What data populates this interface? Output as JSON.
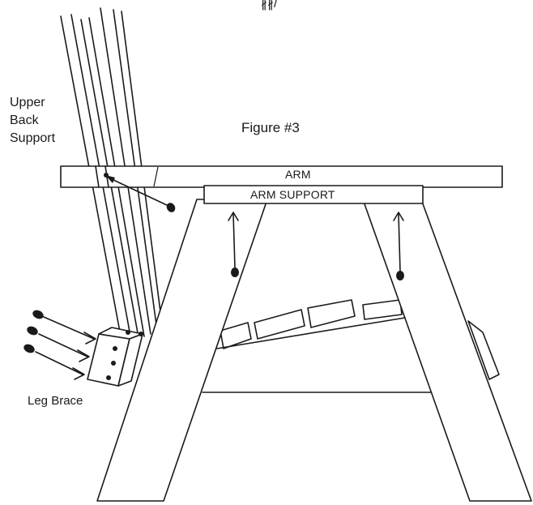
{
  "figure": {
    "top_label": "∦∦/",
    "title": "Figure #3"
  },
  "labels": {
    "upper_back_support": [
      "Upper",
      "Back",
      "Support"
    ],
    "arm": "ARM",
    "arm_support": "ARM SUPPORT",
    "leg_brace": "Leg Brace"
  },
  "colors": {
    "line": "#1a1a1a",
    "background": "#ffffff"
  }
}
